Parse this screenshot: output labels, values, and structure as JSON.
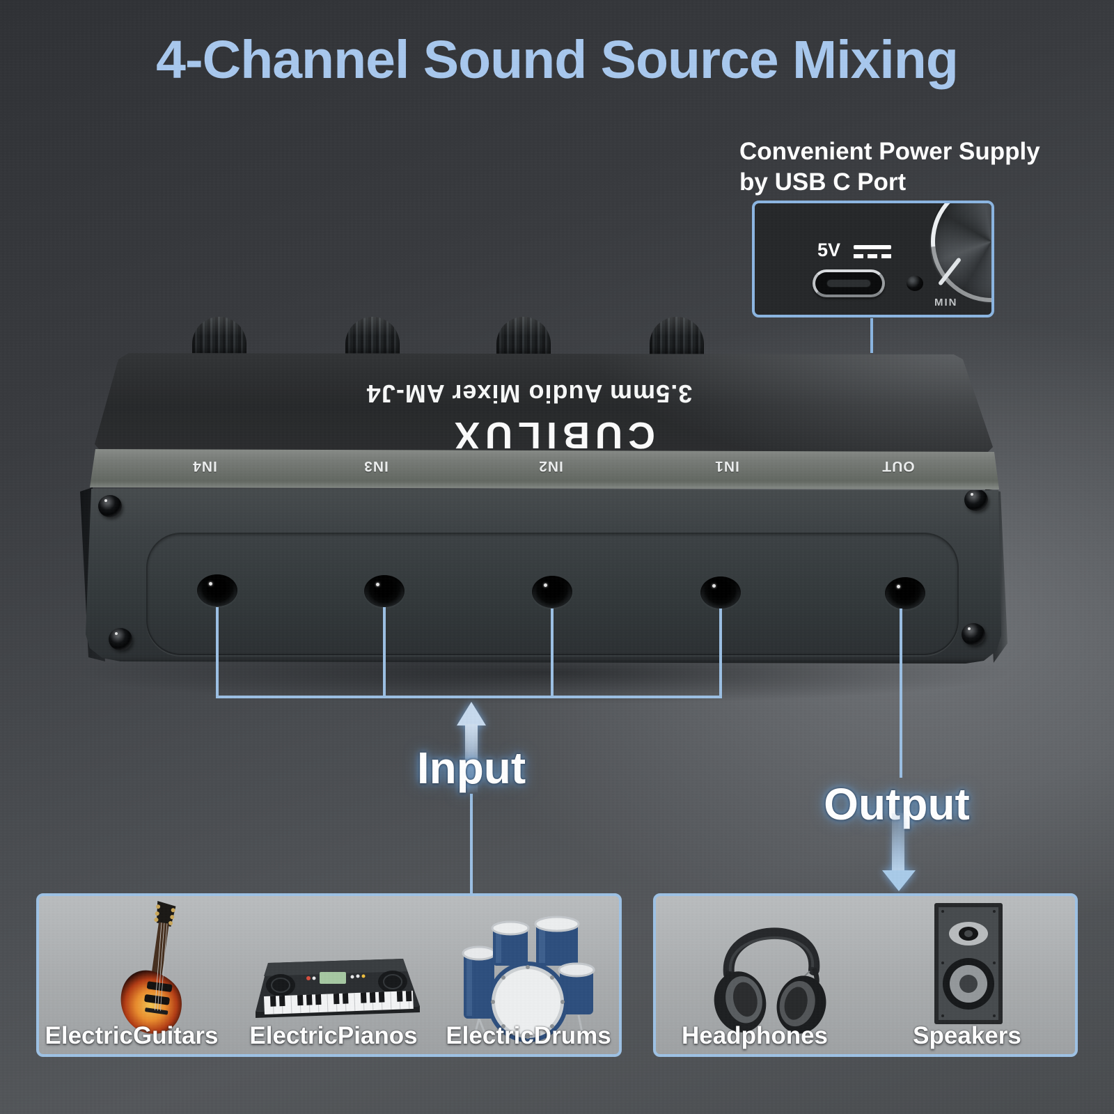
{
  "title": {
    "text": "4-Channel Sound Source Mixing"
  },
  "callout": {
    "heading_line1": "Convenient Power Supply",
    "heading_line2": "by USB C Port",
    "voltage_label": "5V",
    "min_label": "MIN"
  },
  "device": {
    "brand": "CUBILUX",
    "model_label": "3.5mm Audio Mixer AM-J4",
    "ports": [
      "IN4",
      "IN3",
      "IN2",
      "IN1",
      "OUT"
    ]
  },
  "annotations": {
    "input_label": "Input",
    "output_label": "Output"
  },
  "source_box": {
    "labels": [
      "ElectricGuitars",
      "ElectricPianos",
      "ElectricDrums"
    ]
  },
  "output_box": {
    "labels": [
      "Headphones",
      "Speakers"
    ]
  },
  "colors": {
    "title_blue": "#a8c8ee",
    "annotation_blue": "#9cc0e4",
    "inset_border_blue": "#8cb6e2",
    "box_border_blue": "#9ec2e5",
    "box_fill_gray": "#adb0b2",
    "device_body": "#2b2d2f"
  }
}
